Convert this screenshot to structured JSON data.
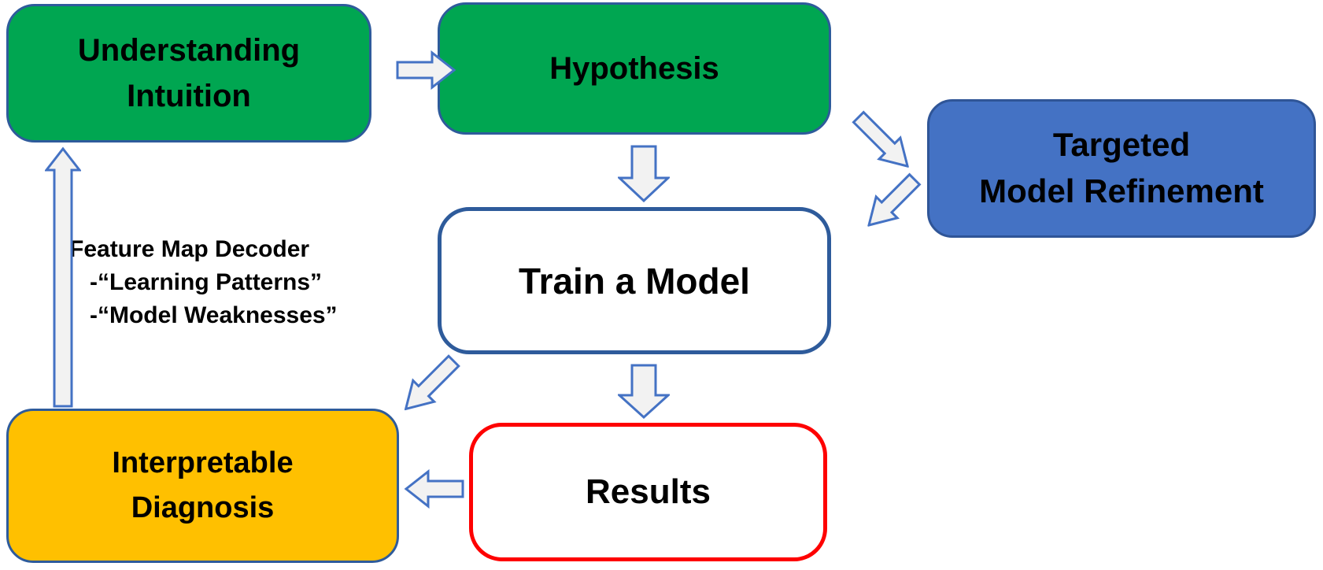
{
  "diagram": {
    "nodes": [
      {
        "id": "understanding-intuition",
        "line1": "Understanding",
        "line2": "Intuition",
        "fill": "#00A651",
        "border": "#2E5B9B"
      },
      {
        "id": "hypothesis",
        "line1": "Hypothesis",
        "fill": "#00A651",
        "border": "#2E5B9B"
      },
      {
        "id": "targeted-model-refinement",
        "line1": "Targeted",
        "line2": "Model Refinement",
        "fill": "#4472C4",
        "border": "#2F5597"
      },
      {
        "id": "train-a-model",
        "line1": "Train a Model",
        "fill": "#FFFFFF",
        "border": "#2E5B9B"
      },
      {
        "id": "results",
        "line1": "Results",
        "fill": "#FFFFFF",
        "border": "#FE0000"
      },
      {
        "id": "interpretable-diagnosis",
        "line1": "Interpretable",
        "line2": "Diagnosis",
        "fill": "#FFC000",
        "border": "#2E5B9B"
      }
    ],
    "annotation": {
      "line1": "Feature Map Decoder",
      "line2": "-“Learning Patterns”",
      "line3": "-“Model Weaknesses”"
    },
    "arrows": [
      {
        "name": "arrow-right",
        "from": "understanding-intuition",
        "to": "hypothesis"
      },
      {
        "name": "arrow-down",
        "from": "hypothesis",
        "to": "train-a-model"
      },
      {
        "name": "arrow-down-right",
        "from": "hypothesis",
        "to": "targeted-model-refinement"
      },
      {
        "name": "arrow-down-left",
        "from": "targeted-model-refinement",
        "to": "train-a-model"
      },
      {
        "name": "arrow-down",
        "from": "train-a-model",
        "to": "results"
      },
      {
        "name": "arrow-down-left",
        "from": "train-a-model",
        "to": "interpretable-diagnosis"
      },
      {
        "name": "arrow-left",
        "from": "results",
        "to": "interpretable-diagnosis"
      },
      {
        "name": "arrow-up",
        "from": "interpretable-diagnosis",
        "to": "understanding-intuition"
      }
    ],
    "colors": {
      "green": "#00A651",
      "blue": "#4472C4",
      "orange": "#FFC000",
      "red_border": "#FE0000",
      "dark_blue_border": "#2E5B9B",
      "arrow_fill": "#F2F2F2",
      "arrow_stroke": "#4472C4"
    }
  }
}
